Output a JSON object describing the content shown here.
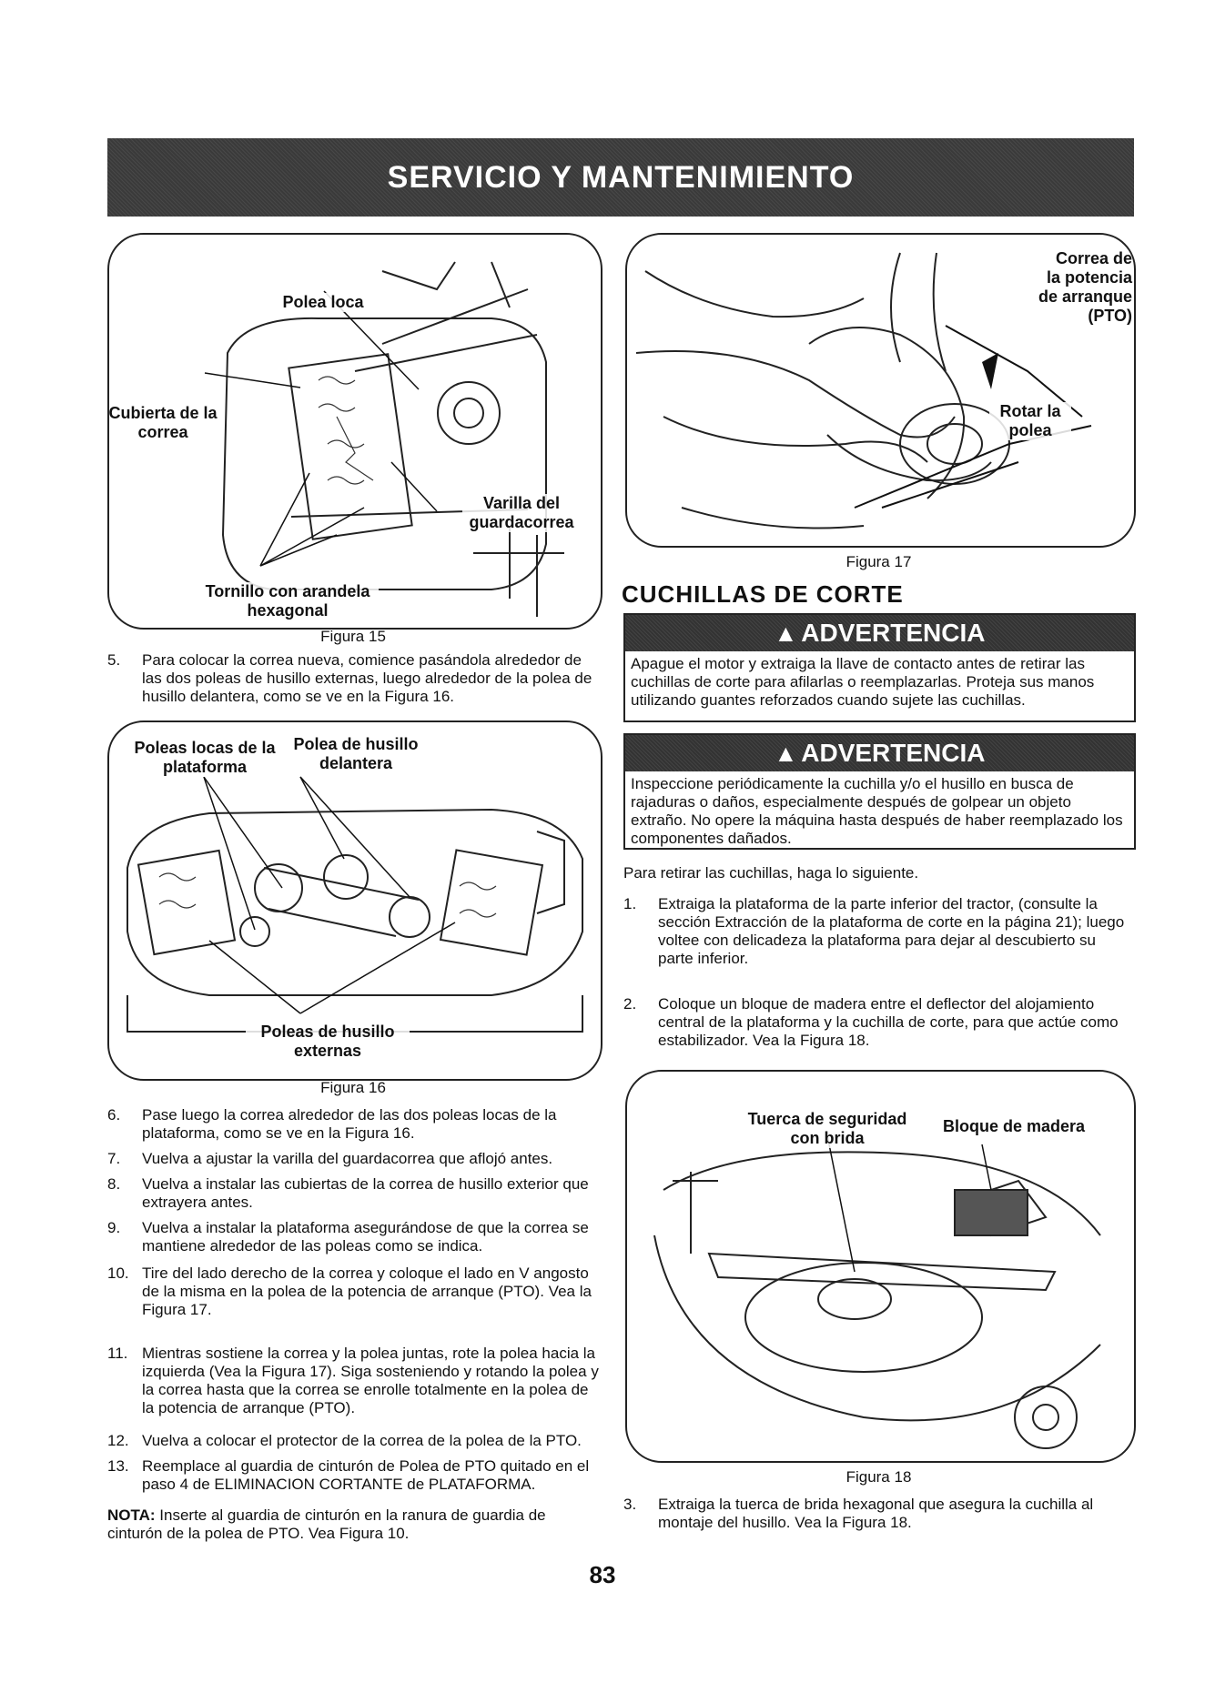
{
  "header": {
    "title": "SERVICIO Y MANTENIMIENTO"
  },
  "figure15": {
    "labels": {
      "idler_pulley": "Polea loca",
      "belt_cover": "Cubierta de la\ncorrea",
      "belt_guard_rod": "Varilla del\nguardacorrea",
      "hex_bolt": "Tornillo con arandela\nhexagonal"
    },
    "caption": "Figura 15"
  },
  "step5": {
    "num": "5.",
    "text": "Para colocar la correa nueva, comience pasándola alrededor de las dos poleas de husillo externas, luego alrededor de la polea de husillo delantera, como se ve en la Figura 16."
  },
  "figure16": {
    "labels": {
      "deck_idlers": "Poleas locas de la\nplataforma",
      "front_spindle": "Polea de husillo\ndelantera",
      "outer_spindles": "Poleas de husillo\nexternas"
    },
    "caption": "Figura 16"
  },
  "steps_left": [
    {
      "num": "6.",
      "text": "Pase luego la correa alrededor de las dos poleas locas de la plataforma, como se ve en la Figura 16."
    },
    {
      "num": "7.",
      "text": "Vuelva a ajustar la varilla del guardacorrea que aflojó antes."
    },
    {
      "num": "8.",
      "text": "Vuelva a instalar las cubiertas de la correa de husillo exterior que extrayera antes."
    },
    {
      "num": "9.",
      "text": "Vuelva a instalar la plataforma asegurándose de que la correa se mantiene alrededor de las poleas como se indica."
    },
    {
      "num": "10.",
      "text": "Tire del lado derecho de la correa y coloque el lado en V angosto de la misma en la polea de la potencia de arranque (PTO). Vea la Figura 17."
    },
    {
      "num": "11.",
      "text": "Mientras sostiene la correa y la polea juntas, rote la polea hacia la izquierda (Vea la Figura 17). Siga sosteniendo y rotando la polea y la correa hasta que la correa se enrolle totalmente en la polea de la potencia de arranque (PTO)."
    },
    {
      "num": "12.",
      "text": "Vuelva a colocar el protector de la correa de la polea de la PTO."
    },
    {
      "num": "13.",
      "text": "Reemplace al guardia de cinturón de Polea de PTO quitado en el paso 4 de ELIMINACION CORTANTE de PLATAFORMA."
    }
  ],
  "note": {
    "label": "NOTA:",
    "text": " Inserte al guardia de cinturón en la ranura de guardia de cinturón de la polea de PTO. Vea Figura 10."
  },
  "figure17": {
    "labels": {
      "pto_belt": "Correa de\nla potencia\nde arranque\n(PTO)",
      "rotate_pulley": "Rotar la\npolea"
    },
    "caption": "Figura 17"
  },
  "section": {
    "title": "CUCHILLAS DE CORTE"
  },
  "warning1": {
    "title": "ADVERTENCIA",
    "text": "Apague el motor y extraiga la llave de contacto antes de retirar las cuchillas de corte para afilarlas o reemplazarlas. Proteja sus manos utilizando guantes reforzados cuando sujete las cuchillas."
  },
  "warning2": {
    "title": "ADVERTENCIA",
    "text": "Inspeccione periódicamente la cuchilla y/o el husillo en busca de rajaduras o daños, especialmente después de golpear un objeto extraño. No opere la máquina hasta después de haber reemplazado los componentes dañados."
  },
  "intro": "Para retirar las cuchillas, haga lo siguiente.",
  "steps_right": [
    {
      "num": "1.",
      "text": "Extraiga la plataforma de la parte inferior del tractor, (consulte la sección Extracción de la plataforma de corte en la página 21); luego voltee con delicadeza la plataforma para dejar al descubierto su parte inferior."
    },
    {
      "num": "2.",
      "text": "Coloque un bloque de madera entre el deflector del alojamiento central de la plataforma y la cuchilla de corte, para que actúe como estabilizador. Vea la Figura 18."
    }
  ],
  "figure18": {
    "labels": {
      "flange_nut": "Tuerca de seguridad\ncon brida",
      "wood_block": "Bloque de madera"
    },
    "caption": "Figura 18"
  },
  "step3": {
    "num": "3.",
    "text": "Extraiga la tuerca de brida hexagonal que asegura la cuchilla al montaje del husillo. Vea la Figura 18."
  },
  "page_number": "83"
}
